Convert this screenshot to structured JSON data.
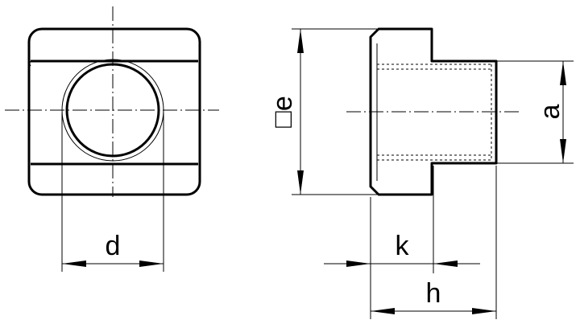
{
  "front_view": {
    "label_d": "d"
  },
  "side_view": {
    "label_e": "□e",
    "label_a": "a",
    "label_k": "k",
    "label_h": "h"
  }
}
